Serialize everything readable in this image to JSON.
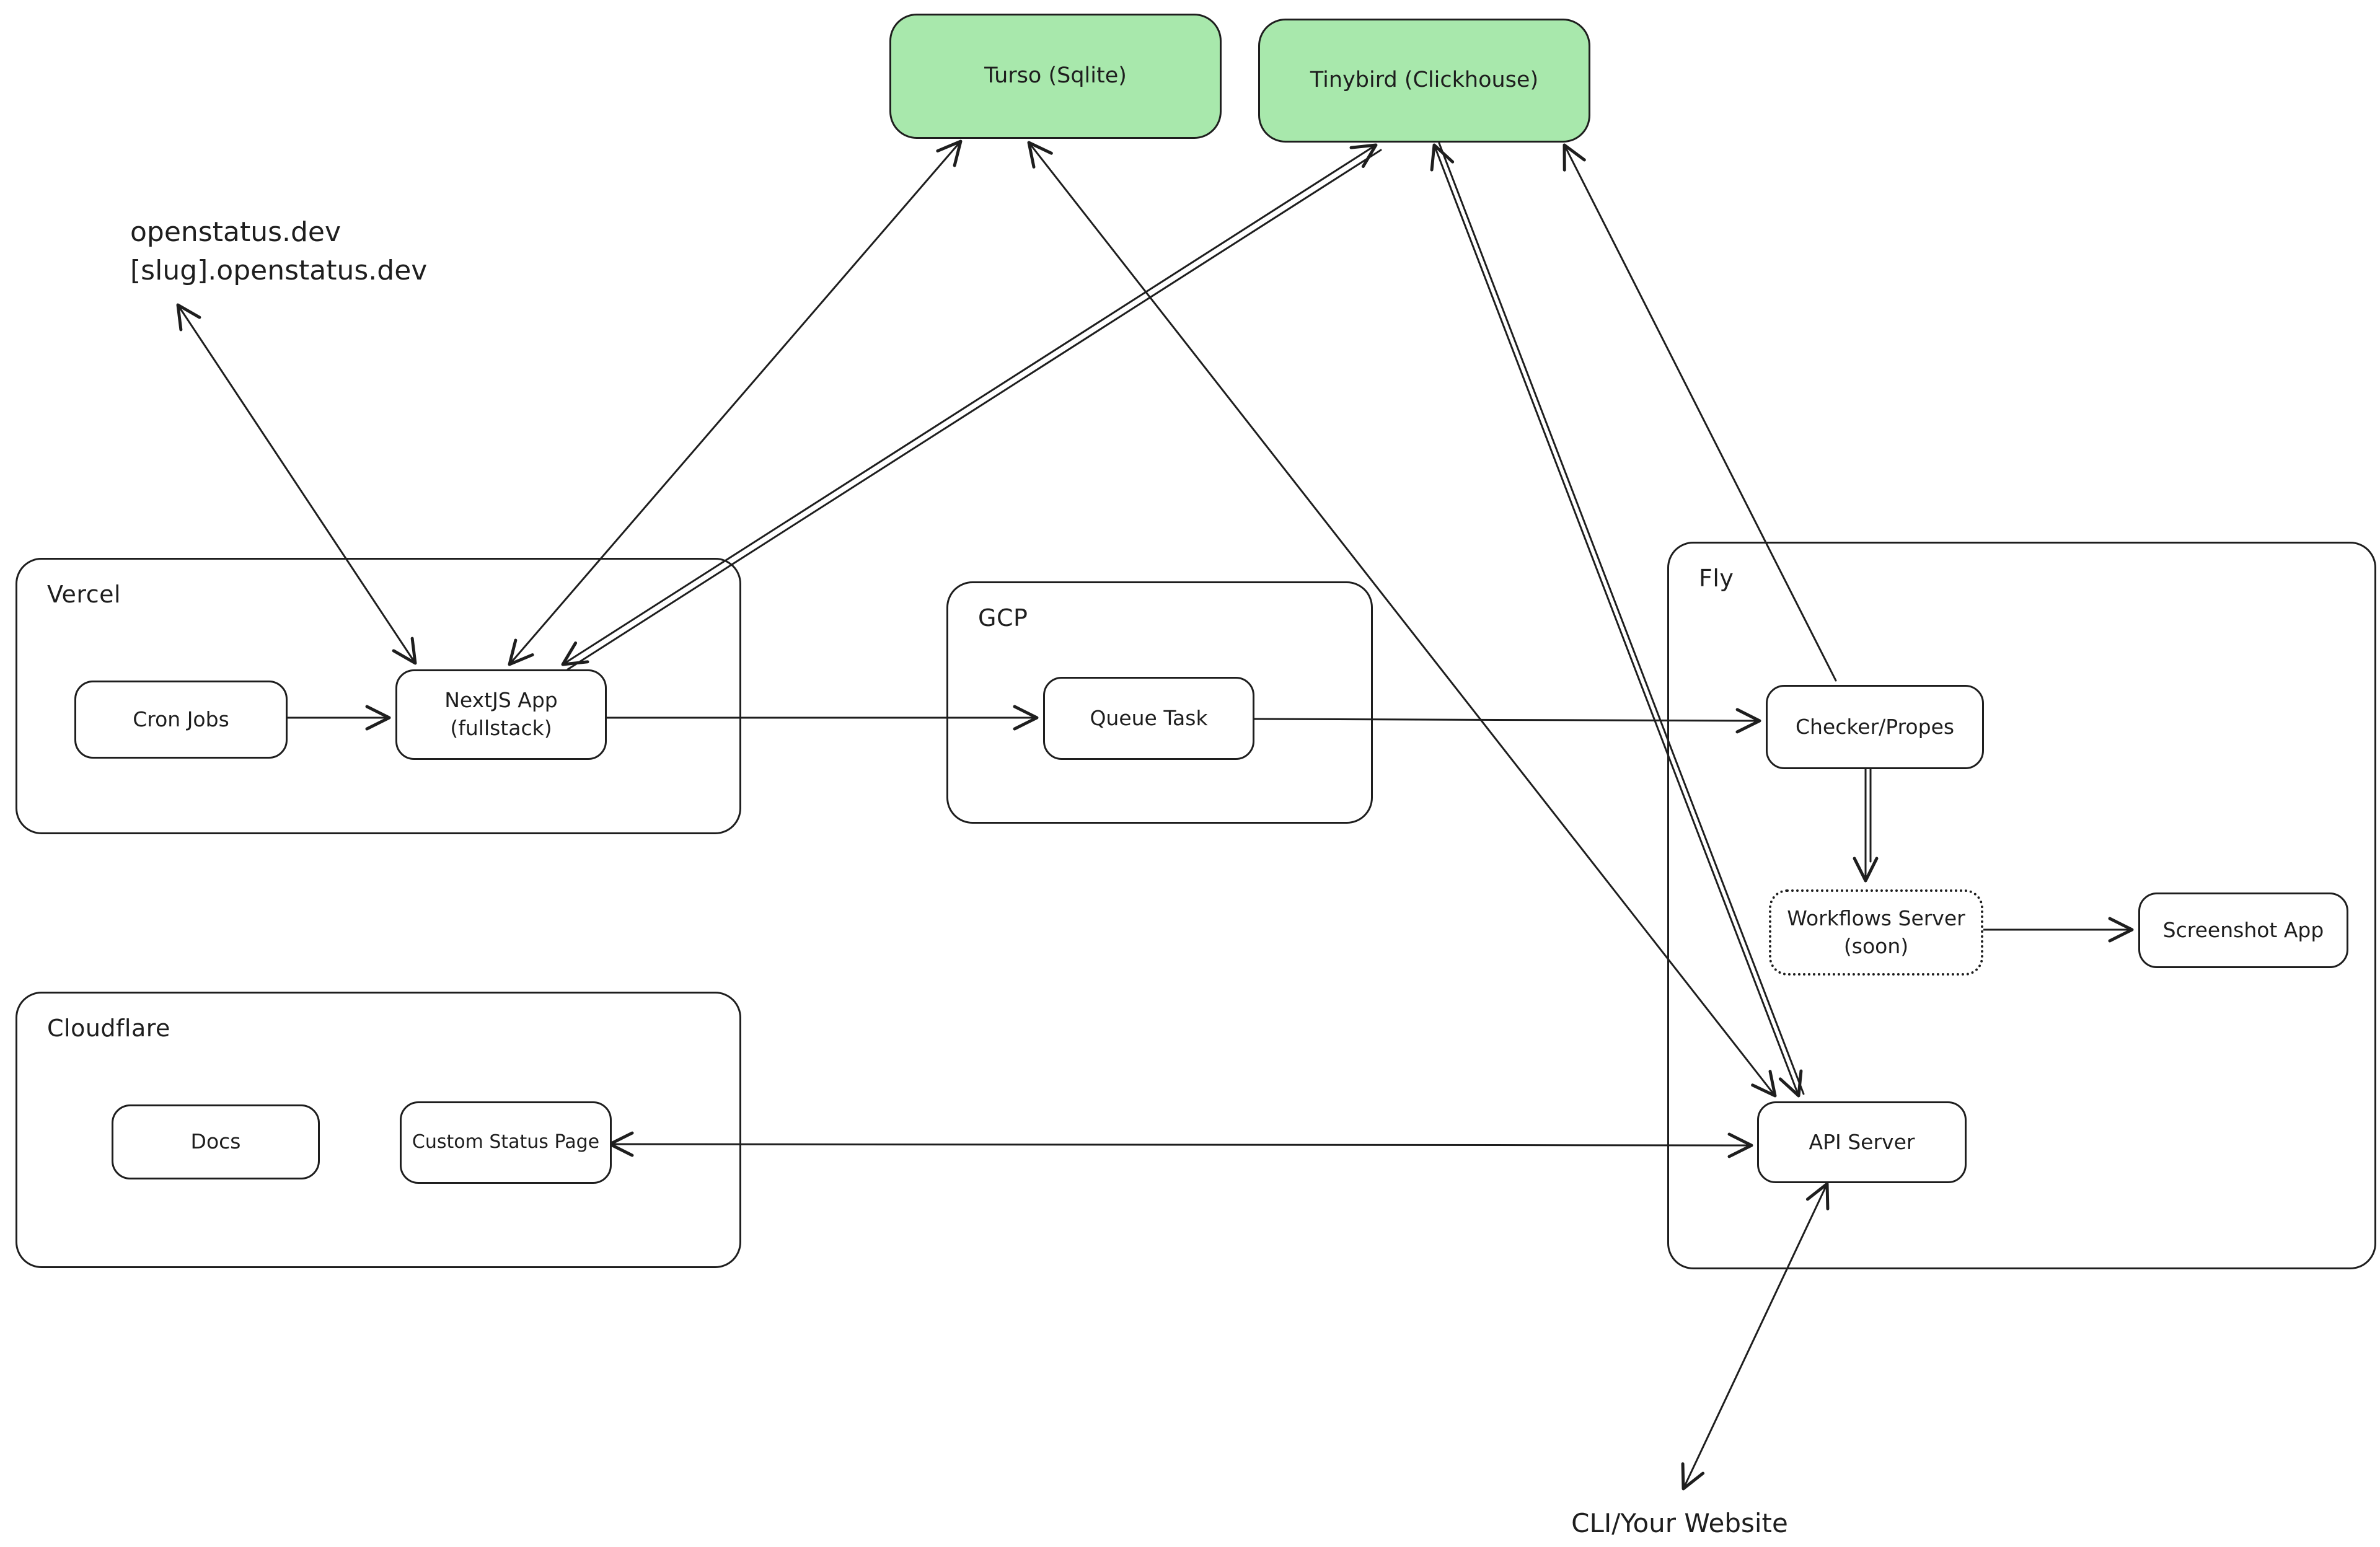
{
  "canvas": {
    "background": "#ffffff",
    "stroke_color": "#1e1e1e",
    "green_fill": "#a8e8ac"
  },
  "containers": {
    "vercel": {
      "label": "Vercel"
    },
    "gcp": {
      "label": "GCP"
    },
    "fly": {
      "label": "Fly"
    },
    "cloudflare": {
      "label": "Cloudflare"
    }
  },
  "nodes": {
    "turso": {
      "label": "Turso (Sqlite)",
      "fill": "#a8e8ac"
    },
    "tinybird": {
      "label": "Tinybird (Clickhouse)",
      "fill": "#a8e8ac"
    },
    "cron_jobs": {
      "label": "Cron Jobs"
    },
    "nextjs_app": {
      "label": "NextJS App\n(fullstack)"
    },
    "queue_task": {
      "label": "Queue Task"
    },
    "checker": {
      "label": "Checker/Propes"
    },
    "workflows_server": {
      "label": "Workflows Server\n(soon)"
    },
    "screenshot_app": {
      "label": "Screenshot App"
    },
    "api_server": {
      "label": "API Server"
    },
    "docs": {
      "label": "Docs"
    },
    "custom_status_page": {
      "label": "Custom Status Page"
    }
  },
  "annotations": {
    "domains": {
      "label": "openstatus.dev\n[slug].openstatus.dev"
    },
    "cli": {
      "label": "CLI/Your Website"
    }
  },
  "edges": [
    {
      "from": "cron_jobs",
      "to": "nextjs_app",
      "direction": "one-way"
    },
    {
      "from": "nextjs_app",
      "to": "queue_task",
      "direction": "one-way"
    },
    {
      "from": "queue_task",
      "to": "checker",
      "direction": "one-way"
    },
    {
      "from": "checker",
      "to": "workflows_server",
      "direction": "one-way"
    },
    {
      "from": "workflows_server",
      "to": "screenshot_app",
      "direction": "one-way"
    },
    {
      "from": "nextjs_app",
      "to": "domains",
      "direction": "two-way"
    },
    {
      "from": "nextjs_app",
      "to": "turso",
      "direction": "two-way"
    },
    {
      "from": "nextjs_app",
      "to": "tinybird",
      "direction": "two-way"
    },
    {
      "from": "checker",
      "to": "tinybird",
      "direction": "one-way"
    },
    {
      "from": "api_server",
      "to": "turso",
      "direction": "two-way"
    },
    {
      "from": "api_server",
      "to": "tinybird",
      "direction": "two-way"
    },
    {
      "from": "api_server",
      "to": "custom_status_page",
      "direction": "two-way"
    },
    {
      "from": "api_server",
      "to": "cli",
      "direction": "two-way"
    }
  ]
}
